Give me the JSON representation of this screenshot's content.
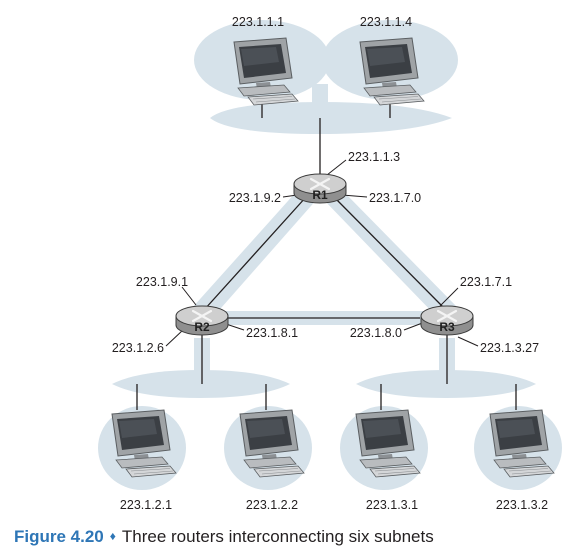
{
  "caption": {
    "figure_label": "Figure 4.20",
    "separator": "♦",
    "text": "Three routers interconnecting six subnets"
  },
  "routers": {
    "r1": "R1",
    "r2": "R2",
    "r3": "R3"
  },
  "interfaces": {
    "r1_top": "223.1.1.3",
    "r1_left": "223.1.9.2",
    "r1_right": "223.1.7.0",
    "r2_top": "223.1.9.1",
    "r2_left": "223.1.2.6",
    "r2_right": "223.1.8.1",
    "r3_top": "223.1.7.1",
    "r3_left": "223.1.8.0",
    "r3_right": "223.1.3.27"
  },
  "hosts": {
    "top_left": "223.1.1.1",
    "top_right": "223.1.1.4",
    "bl_1": "223.1.2.1",
    "bl_2": "223.1.2.2",
    "br_1": "223.1.3.1",
    "br_2": "223.1.3.2"
  },
  "colors": {
    "subnet_fill": "#d6e2ea",
    "link": "#231f20",
    "router_body": "#c9c9c9",
    "caption_accent": "#2e76b6"
  },
  "icons": [
    "router-icon",
    "computer-icon"
  ]
}
